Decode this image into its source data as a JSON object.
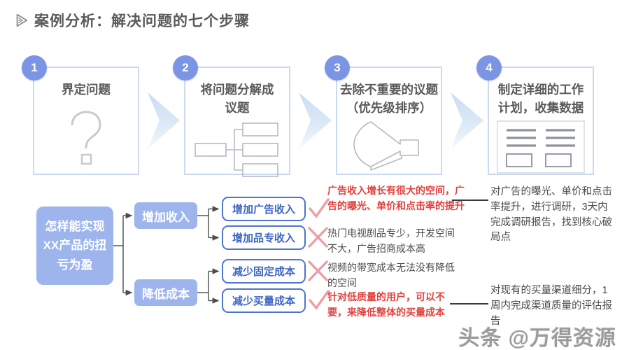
{
  "title": {
    "icon": "play-triangle-icon",
    "text": "案例分析：解决问题的七个步骤"
  },
  "steps": [
    {
      "num": "1",
      "line1": "界定问题",
      "line2": "",
      "icon": "question-mark-icon"
    },
    {
      "num": "2",
      "line1": "将问题分解成",
      "line2": "议题",
      "icon": "issue-tree-icon"
    },
    {
      "num": "3",
      "line1": "去除不重要的议题",
      "line2": "（优先级排序）",
      "icon": "funnel-icon"
    },
    {
      "num": "4",
      "line1": "制定详细的工作",
      "line2": "计划，收集数据",
      "icon": "worksheet-icon"
    }
  ],
  "flow": {
    "root": {
      "line1": "怎样能实现",
      "line2": "XX产品的扭",
      "line3": "亏为盈"
    },
    "branches": [
      {
        "label": "增加收入"
      },
      {
        "label": "降低成本"
      }
    ],
    "options": [
      {
        "label": "增加广告收入",
        "mark": "check"
      },
      {
        "label": "增加品专收入",
        "mark": "cross"
      },
      {
        "label": "减少固定成本",
        "mark": "cross"
      },
      {
        "label": "减少买量成本",
        "mark": "check"
      }
    ],
    "notes": [
      {
        "text": "广告收入增长有很大的空间，广告的曝光、单价和点击率的提升",
        "emphasis": "red"
      },
      {
        "text": "热门电视剧品专少，开发空间不大，广告招商成本高",
        "emphasis": "normal"
      },
      {
        "text": "视频的带宽成本无法没有降低的空间",
        "emphasis": "normal"
      },
      {
        "text": "针对低质量的用户，可以不要，来降低整体的买量成本",
        "emphasis": "red"
      }
    ],
    "actions": [
      {
        "text": "对广告的曝光、单价和点击率提升，进行调研，3天内完成调研报告，找到核心破局点"
      },
      {
        "text": "对现有的买量渠道细分，1周内完成渠道质量的评估报告"
      }
    ]
  },
  "watermark": {
    "text": "头条 @万得资源"
  },
  "colors": {
    "step_circle": "#7b95e4",
    "step_border": "#ccd9f3",
    "fill_blue": "#9db4ed",
    "outline_blue": "#4f74cc",
    "note_red": "#e2413c",
    "mark_pink": "#eb9fa4",
    "text_dark": "#4a4a4a",
    "title_gray": "#5a5a5a"
  }
}
